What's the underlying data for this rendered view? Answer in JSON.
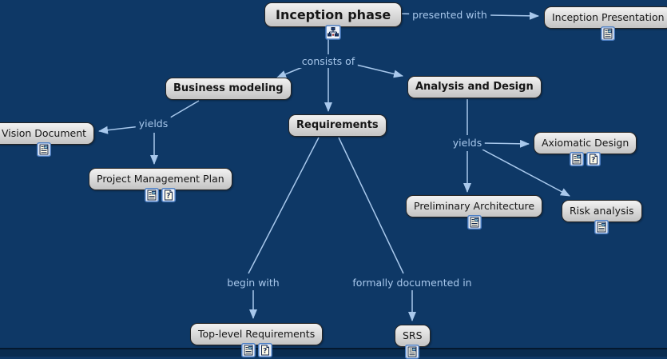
{
  "map": {
    "concepts": [
      {
        "id": "inception-phase",
        "label": "Inception phase",
        "emphasis": "bold-large",
        "icons": [
          "concept-map-icon"
        ]
      },
      {
        "id": "inception-presentation",
        "label": "Inception Presentation",
        "emphasis": "normal",
        "icons": [
          "document-image-icon"
        ]
      },
      {
        "id": "business-modeling",
        "label": "Business modeling",
        "emphasis": "bold",
        "icons": []
      },
      {
        "id": "requirements",
        "label": "Requirements",
        "emphasis": "bold",
        "icons": []
      },
      {
        "id": "analysis-and-design",
        "label": "Analysis and Design",
        "emphasis": "bold",
        "icons": []
      },
      {
        "id": "vision-document",
        "label": "Vision Document",
        "emphasis": "normal",
        "icons": [
          "document-image-icon"
        ]
      },
      {
        "id": "project-management-plan",
        "label": "Project Management Plan",
        "emphasis": "normal",
        "icons": [
          "document-image-icon",
          "question-document-icon"
        ]
      },
      {
        "id": "axiomatic-design",
        "label": "Axiomatic Design",
        "emphasis": "normal",
        "icons": [
          "document-image-icon",
          "question-document-icon"
        ]
      },
      {
        "id": "preliminary-architecture",
        "label": "Preliminary Architecture",
        "emphasis": "normal",
        "icons": [
          "document-image-icon"
        ]
      },
      {
        "id": "risk-analysis",
        "label": "Risk analysis",
        "emphasis": "normal",
        "icons": [
          "document-image-icon"
        ]
      },
      {
        "id": "top-level-requirements",
        "label": "Top-level Requirements",
        "emphasis": "normal",
        "icons": [
          "document-image-icon",
          "question-document-icon"
        ]
      },
      {
        "id": "srs",
        "label": "SRS",
        "emphasis": "normal",
        "icons": [
          "document-image-icon"
        ]
      }
    ],
    "links": [
      {
        "label": "presented with",
        "from": "inception-phase",
        "to": [
          "inception-presentation"
        ]
      },
      {
        "label": "consists of",
        "from": "inception-phase",
        "to": [
          "business-modeling",
          "requirements",
          "analysis-and-design"
        ]
      },
      {
        "label": "yields",
        "from": "business-modeling",
        "to": [
          "vision-document",
          "project-management-plan"
        ]
      },
      {
        "label": "yields",
        "from": "analysis-and-design",
        "to": [
          "axiomatic-design",
          "preliminary-architecture",
          "risk-analysis"
        ]
      },
      {
        "label": "begin with",
        "from": "requirements",
        "to": [
          "top-level-requirements"
        ]
      },
      {
        "label": "formally documented in",
        "from": "requirements",
        "to": [
          "srs"
        ]
      }
    ],
    "colors": {
      "canvas_background": "#0e3866",
      "canvas_bottom_strip": "#092c50",
      "link_line": "#a8c8ec",
      "link_label_text": "#a8c8ec",
      "node_fill_top": "#f2f2f2",
      "node_fill_bottom": "#c3c3c3",
      "node_border": "#262626",
      "node_text": "#161616",
      "icon_frame_border": "#4d7fc4"
    }
  },
  "icon_glyphs": {
    "question": "?"
  }
}
